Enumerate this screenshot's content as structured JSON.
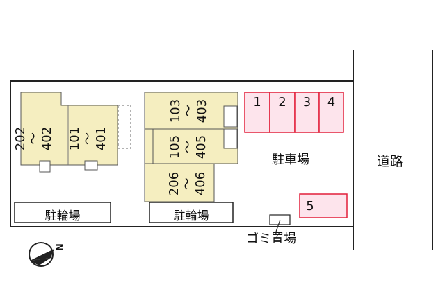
{
  "buildings": [
    {
      "label": "202\n〜\n402"
    },
    {
      "label": "101\n〜\n401"
    },
    {
      "label": "103\n〜\n403"
    },
    {
      "label": "105\n〜\n405"
    },
    {
      "label": "206\n〜\n406"
    }
  ],
  "bicycle_parking_left": "駐輪場",
  "bicycle_parking_right": "駐輪場",
  "parking": {
    "label": "駐車場",
    "slots": [
      "1",
      "2",
      "3",
      "4",
      "5"
    ],
    "slot_color": "#e21f3a",
    "slot_fill": "#fde4ec"
  },
  "garbage_area": "ゴミ置場",
  "road": "道路",
  "north_marker": "N",
  "building_fill": "#f5eec0"
}
